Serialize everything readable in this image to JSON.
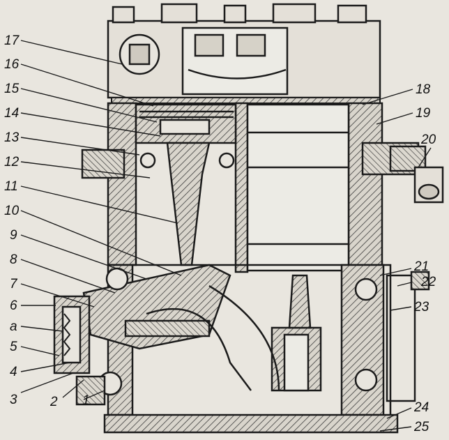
{
  "figure": {
    "callouts": [
      {
        "id": "17",
        "text": "17"
      },
      {
        "id": "16",
        "text": "16"
      },
      {
        "id": "15",
        "text": "15"
      },
      {
        "id": "14",
        "text": "14"
      },
      {
        "id": "13",
        "text": "13"
      },
      {
        "id": "12",
        "text": "12"
      },
      {
        "id": "11",
        "text": "11"
      },
      {
        "id": "10",
        "text": "10"
      },
      {
        "id": "9",
        "text": "9"
      },
      {
        "id": "8",
        "text": "8"
      },
      {
        "id": "7",
        "text": "7"
      },
      {
        "id": "6",
        "text": "6"
      },
      {
        "id": "a",
        "text": "a"
      },
      {
        "id": "5",
        "text": "5"
      },
      {
        "id": "4",
        "text": "4"
      },
      {
        "id": "3",
        "text": "3"
      },
      {
        "id": "2",
        "text": "2"
      },
      {
        "id": "1",
        "text": "1"
      },
      {
        "id": "18",
        "text": "18"
      },
      {
        "id": "19",
        "text": "19"
      },
      {
        "id": "20",
        "text": "20"
      },
      {
        "id": "21",
        "text": "21"
      },
      {
        "id": "22",
        "text": "22"
      },
      {
        "id": "23",
        "text": "23"
      },
      {
        "id": "24",
        "text": "24"
      },
      {
        "id": "25",
        "text": "25"
      }
    ],
    "colors": {
      "paper": "#e9e6df",
      "ink": "#1b1b1b",
      "hatch": "#4a4a4a"
    }
  }
}
